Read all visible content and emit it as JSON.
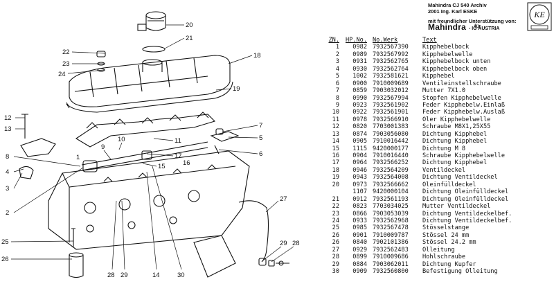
{
  "header": {
    "line1": "Mahindra CJ 540 Archiv",
    "line2": "2001 Ing. Karl ESKE",
    "line3": "mit freundlicher Unterstützung von:",
    "fuer": "für",
    "brand": "Mahindra",
    "country": "- IG AUSTRIA",
    "seal_initials": "KE"
  },
  "table": {
    "columns": [
      "ZN.",
      "HP.No.",
      "No.Werk",
      "Text"
    ],
    "rows": [
      [
        "1",
        "0982",
        "7932567390",
        "Kipphebelbock"
      ],
      [
        "2",
        "0989",
        "7932567992",
        "Kipphebelwelle"
      ],
      [
        "3",
        "0931",
        "7932562765",
        "Kipphebelbock unten"
      ],
      [
        "4",
        "0930",
        "7932562764",
        "Kipphebelbock oben"
      ],
      [
        "5",
        "1002",
        "7932581621",
        "Kipphebel"
      ],
      [
        "6",
        "0900",
        "7910009689",
        "Ventileinstellschraube"
      ],
      [
        "7",
        "0859",
        "7903032012",
        "Mutter 7X1.0"
      ],
      [
        "8",
        "0990",
        "7932567994",
        "Stopfen Kipphebelwelle"
      ],
      [
        "9",
        "0923",
        "7932561902",
        "Feder Kipphebelw.Einlaß"
      ],
      [
        "10",
        "0922",
        "7932561901",
        "Feder Kipphebelw.Auslaß"
      ],
      [
        "11",
        "0978",
        "7932566910",
        "Öler Kipphebelwelle"
      ],
      [
        "12",
        "0820",
        "7703001383",
        "Schraube M8X1,25X55"
      ],
      [
        "13",
        "0874",
        "7903056080",
        "Dichtung Kipphebel"
      ],
      [
        "14",
        "0905",
        "7910016442",
        "Dichtung Kipphebel"
      ],
      [
        "15",
        "1115",
        "9420000177",
        "Dichtung M 8"
      ],
      [
        "16",
        "0904",
        "7910016440",
        "Schraube Kipphebelwelle"
      ],
      [
        "17",
        "0964",
        "7932566252",
        "Dichtung Kipphebel"
      ],
      [
        "18",
        "0946",
        "7932564209",
        "Ventildeckel"
      ],
      [
        "19",
        "0943",
        "7932564008",
        "Dichtung Ventildeckel"
      ],
      [
        "20",
        "0973",
        "7932566662",
        "Öleinfülldeckel"
      ],
      [
        "",
        "1107",
        "9420000104",
        "Dichtung Öleinfülldeckel"
      ],
      [
        "21",
        "0912",
        "7932561193",
        "Dichtung Öleinfülldeckel"
      ],
      [
        "22",
        "0823",
        "7703034025",
        "Mutter Ventildeckel"
      ],
      [
        "23",
        "0866",
        "7903053039",
        "Dichtung Ventildeckelbef."
      ],
      [
        "24",
        "0933",
        "7932562968",
        "Dichtung Ventildeckelbef."
      ],
      [
        "25",
        "0985",
        "7932567478",
        "Stösselstange"
      ],
      [
        "26",
        "0901",
        "7910009787",
        "Stössel 24 mm"
      ],
      [
        "26",
        "0840",
        "7902101386",
        "Stössel 24.2 mm"
      ],
      [
        "27",
        "0929",
        "7932562483",
        "Ölleitung"
      ],
      [
        "28",
        "0899",
        "7910009686",
        "Hohlschraube"
      ],
      [
        "29",
        "0884",
        "7903062011",
        "Dichtung Kupfer"
      ],
      [
        "30",
        "0909",
        "7932560800",
        "Befestigung Ölleitung"
      ]
    ]
  },
  "diagram": {
    "callouts": [
      "1",
      "2",
      "3",
      "4",
      "5",
      "6",
      "7",
      "8",
      "9",
      "10",
      "11",
      "12",
      "13",
      "14",
      "15",
      "16",
      "17",
      "18",
      "19",
      "20",
      "21",
      "22",
      "23",
      "24",
      "25",
      "26",
      "27",
      "28",
      "29",
      "30",
      "28",
      "29"
    ]
  }
}
